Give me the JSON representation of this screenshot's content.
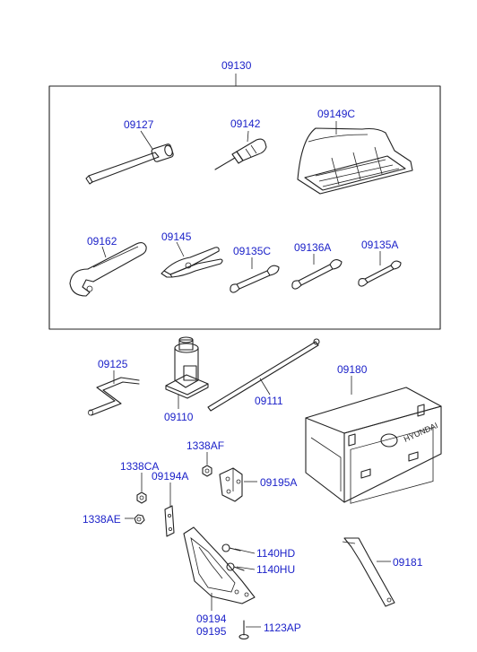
{
  "parts": {
    "p09130": "09130",
    "p09127": "09127",
    "p09142": "09142",
    "p09149C": "09149C",
    "p09162": "09162",
    "p09145": "09145",
    "p09135C": "09135C",
    "p09136A": "09136A",
    "p09135A": "09135A",
    "p09125": "09125",
    "p09110": "09110",
    "p09111": "09111",
    "p09180": "09180",
    "p1338AF": "1338AF",
    "p1338CA": "1338CA",
    "p09194A": "09194A",
    "p09195A": "09195A",
    "p1338AE": "1338AE",
    "p1140HD": "1140HD",
    "p1140HU": "1140HU",
    "p09181": "09181",
    "p09194": "09194",
    "p09195": "09195",
    "p1123AP": "1123AP"
  },
  "box_logo": "HYUNDAI",
  "colors": {
    "label": "#1c22c9",
    "line": "#222222"
  }
}
